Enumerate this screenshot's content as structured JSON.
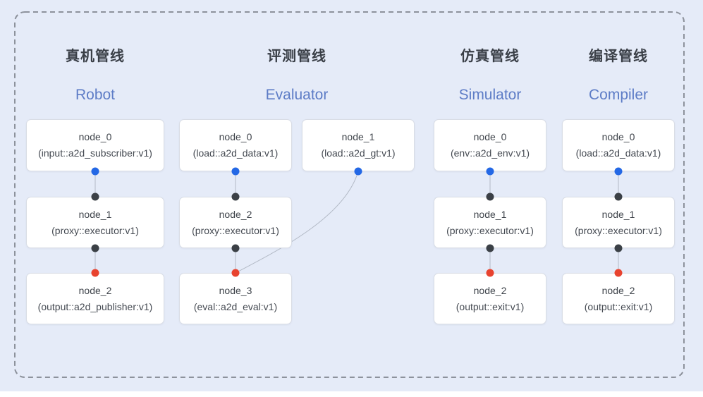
{
  "diagram": {
    "colors": {
      "background": "#e5ebf8",
      "node_background": "#ffffff",
      "node_border": "#d9dde5",
      "dashed_border": "#8d929c",
      "edge": "#b3bac6",
      "title_zh_text": "#3a3f47",
      "title_en_text": "#5d7cc6",
      "output_port": "#2468e5",
      "input_port": "#3b4046",
      "sink_port": "#e8432f"
    },
    "columns": [
      {
        "title_zh": "真机管线",
        "title_en": "Robot",
        "nodes": [
          {
            "name": "node_0",
            "impl": "(input::a2d_subscriber:v1)"
          },
          {
            "name": "node_1",
            "impl": "(proxy::executor:v1)"
          },
          {
            "name": "node_2",
            "impl": "(output::a2d_publisher:v1)"
          }
        ]
      },
      {
        "title_zh": "评测管线",
        "title_en": "Evaluator",
        "nodes": [
          {
            "name": "node_0",
            "impl": "(load::a2d_data:v1)"
          },
          {
            "name": "node_1",
            "impl": "(load::a2d_gt:v1)"
          },
          {
            "name": "node_2",
            "impl": "(proxy::executor:v1)"
          },
          {
            "name": "node_3",
            "impl": "(eval::a2d_eval:v1)"
          }
        ]
      },
      {
        "title_zh": "仿真管线",
        "title_en": "Simulator",
        "nodes": [
          {
            "name": "node_0",
            "impl": "(env::a2d_env:v1)"
          },
          {
            "name": "node_1",
            "impl": "(proxy::executor:v1)"
          },
          {
            "name": "node_2",
            "impl": "(output::exit:v1)"
          }
        ]
      },
      {
        "title_zh": "编译管线",
        "title_en": "Compiler",
        "nodes": [
          {
            "name": "node_0",
            "impl": "(load::a2d_data:v1)"
          },
          {
            "name": "node_1",
            "impl": "(proxy::executor:v1)"
          },
          {
            "name": "node_2",
            "impl": "(output::exit:v1)"
          }
        ]
      }
    ]
  }
}
